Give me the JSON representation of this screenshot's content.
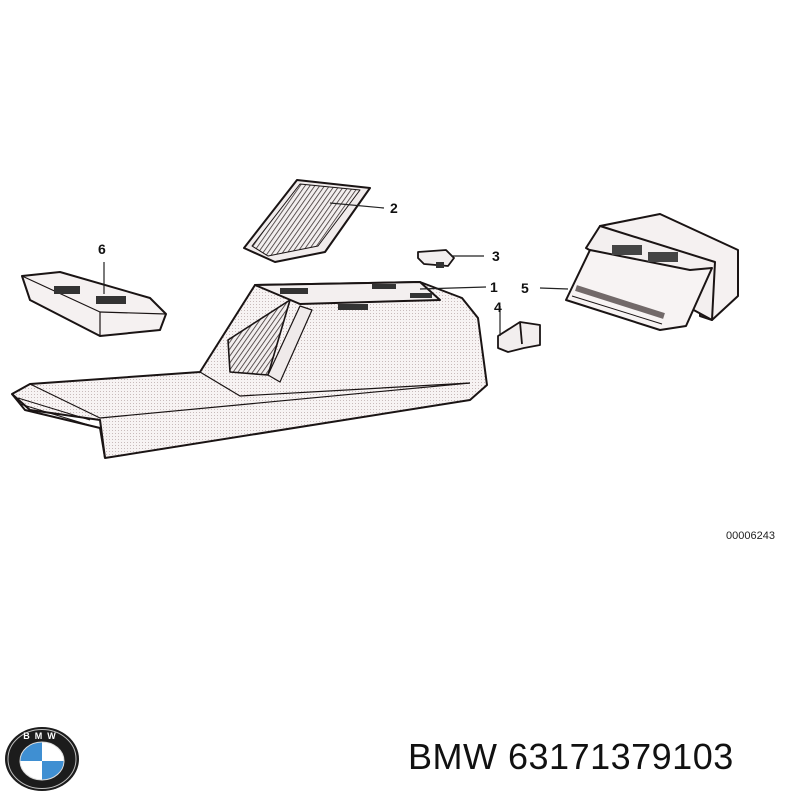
{
  "diagram": {
    "callouts": [
      {
        "id": "1",
        "label": "1"
      },
      {
        "id": "2",
        "label": "2"
      },
      {
        "id": "3",
        "label": "3"
      },
      {
        "id": "4",
        "label": "4"
      },
      {
        "id": "5",
        "label": "5"
      },
      {
        "id": "6",
        "label": "6"
      }
    ],
    "reference_code": "00006243"
  },
  "footer": {
    "brand": "BMW",
    "part_number": "63171379103",
    "logo_text": "BMW"
  }
}
